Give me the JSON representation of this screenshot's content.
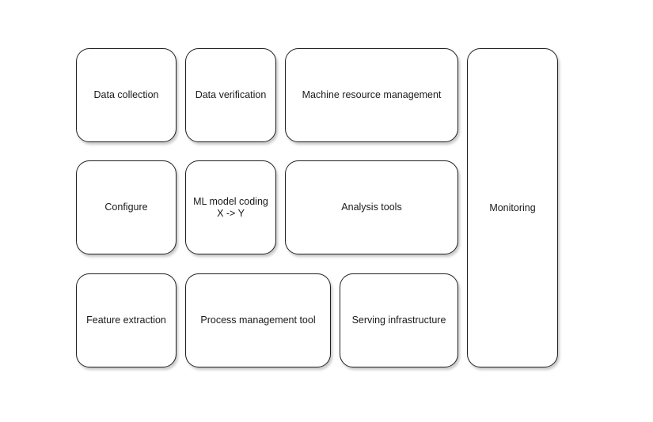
{
  "boxes": {
    "data_collection": "Data collection",
    "data_verification": "Data verification",
    "machine_resource_management": "Machine resource management",
    "configure": "Configure",
    "ml_model_coding": "ML model coding\nX -> Y",
    "analysis_tools": "Analysis tools",
    "feature_extraction": "Feature extraction",
    "process_management_tool": "Process management tool",
    "serving_infrastructure": "Serving infrastructure",
    "monitoring": "Monitoring"
  },
  "colors": {
    "stroke": "#1f1f1f",
    "fill": "#ffffff",
    "text": "#1a1a1a"
  }
}
